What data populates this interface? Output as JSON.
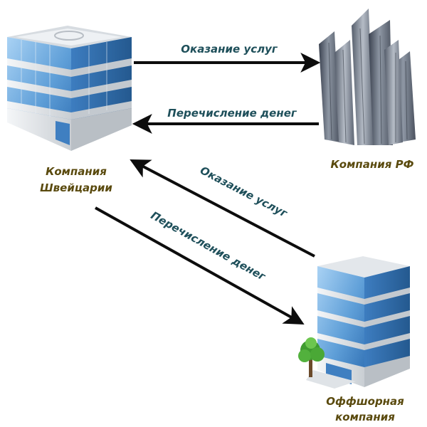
{
  "nodes": {
    "swiss": {
      "line1": "Компания",
      "line2": "Швейцарии",
      "icon": "office-building-icon"
    },
    "rf": {
      "label": "Компания РФ",
      "icon": "skyscrapers-icon"
    },
    "offshore": {
      "line1": "Оффшорная",
      "line2": "компания",
      "icon": "office-building-with-tree-icon"
    }
  },
  "edges": {
    "swiss_to_rf": {
      "label": "Оказание услуг"
    },
    "rf_to_swiss": {
      "label": "Перечисление денег"
    },
    "offshore_to_swiss": {
      "label": "Оказание услуг"
    },
    "swiss_to_offshore": {
      "label": "Перечисление денег"
    }
  },
  "colors": {
    "arrow": "#0d0d0d",
    "edge_text": "#1e4f5a",
    "node_text": "#5a4a0e",
    "glass": "#5f9fd8",
    "concrete": "#e8ecef",
    "steel": "#6d7582"
  }
}
